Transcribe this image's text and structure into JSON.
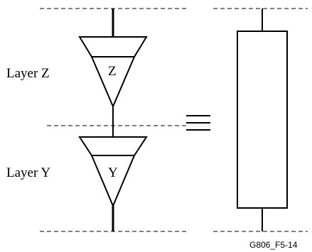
{
  "diagram": {
    "layers": [
      {
        "label": "Layer Z",
        "symbol": "Z"
      },
      {
        "label": "Layer Y",
        "symbol": "Y"
      }
    ],
    "equivalence_symbol": "≡",
    "figure_id": "G806_F5-14"
  }
}
